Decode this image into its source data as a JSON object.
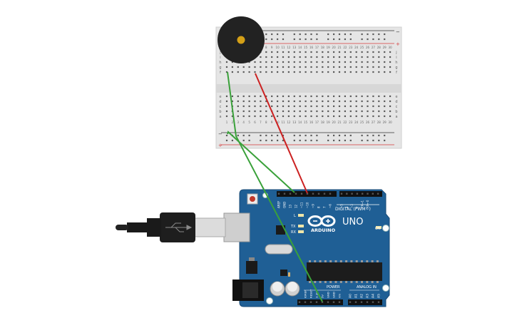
{
  "breadboard": {
    "row_numbers": [
      "1",
      "2",
      "3",
      "4",
      "5",
      "6",
      "7",
      "8",
      "9",
      "10",
      "11",
      "12",
      "13",
      "14",
      "15",
      "16",
      "17",
      "18",
      "19",
      "20",
      "21",
      "22",
      "23",
      "24",
      "25",
      "26",
      "27",
      "28",
      "29",
      "30"
    ],
    "row_letters_top": [
      "j",
      "i",
      "h",
      "g",
      "f"
    ],
    "row_letters_bottom": [
      "e",
      "d",
      "c",
      "b",
      "a"
    ],
    "rail_minus": "−",
    "rail_plus": "+"
  },
  "arduino": {
    "logo_text": "ARDUINO",
    "model": "UNO",
    "digital_label": "DIGITAL (PWM~)",
    "analog_label": "ANALOG IN",
    "power_label": "POWER",
    "on_label": "ON",
    "led_l": "L",
    "led_tx": "TX",
    "led_rx": "RX",
    "digital_pins": [
      "AREF",
      "GND",
      "13",
      "12",
      "~11",
      "~10",
      "~9",
      "8",
      "7",
      "~6",
      "~5",
      "4",
      "~3",
      "2",
      "TX→1",
      "RX←0"
    ],
    "power_pins": [
      "IOREF",
      "RESET",
      "3.3V",
      "5V",
      "GND",
      "GND",
      "Vin"
    ],
    "analog_pins": [
      "A0",
      "A1",
      "A2",
      "A3",
      "A4",
      "A5"
    ]
  },
  "colors": {
    "board_blue": "#1f5f95",
    "wire_red": "#cc2222",
    "wire_green": "#3aa13a",
    "breadboard": "#e4e4e4"
  }
}
